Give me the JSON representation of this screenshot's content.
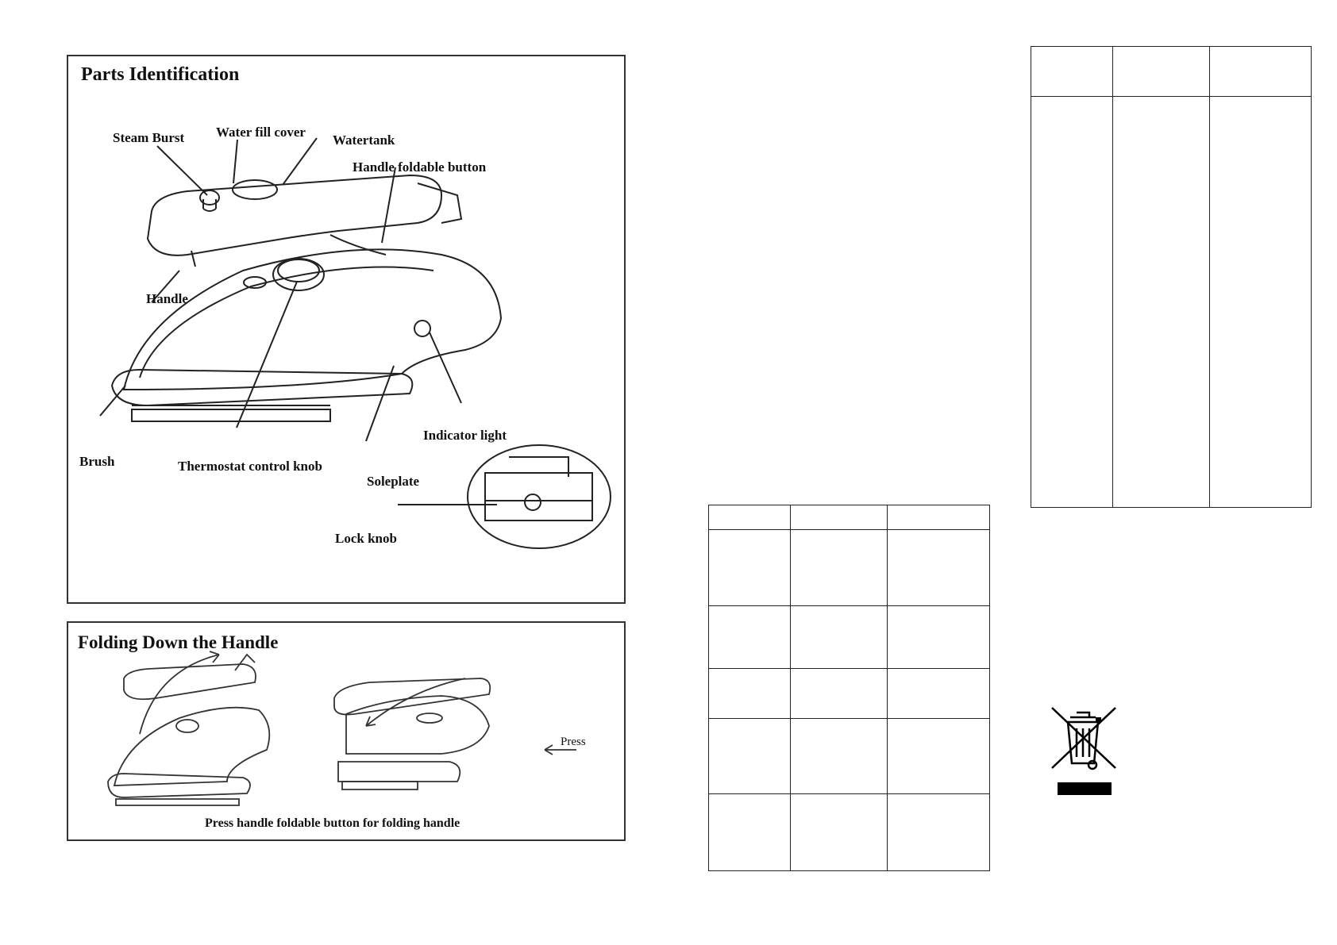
{
  "parts_panel": {
    "title": "Parts Identification",
    "labels": {
      "steam_burst": "Steam Burst",
      "water_fill_cover": "Water fill cover",
      "watertank": "Watertank",
      "handle_foldable_button": "Handle foldable button",
      "handle": "Handle",
      "indicator_light": "Indicator light",
      "brush": "Brush",
      "thermostat_control_knob": "Thermostat control knob",
      "soleplate": "Soleplate",
      "lock_knob": "Lock knob"
    }
  },
  "folding_panel": {
    "title": "Folding Down the Handle",
    "press_label": "Press",
    "caption": "Press handle foldable button for folding handle"
  }
}
